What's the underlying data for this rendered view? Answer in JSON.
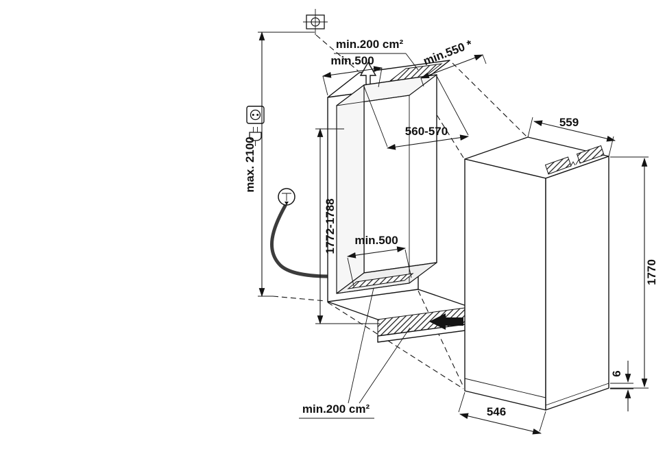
{
  "diagram": {
    "title": "Built-in appliance installation drawing",
    "labels": {
      "vent_top": "min.200 cm²",
      "clearance_top": "min.500",
      "niche_depth": "min.550 *",
      "niche_width": "560-570",
      "appliance_width": "559",
      "max_height": "max. 2100",
      "niche_height": "1772-1788",
      "clearance_floor": "min.500",
      "appliance_height": "1770",
      "base_gap": "6",
      "appliance_depth": "546",
      "vent_bottom": "min.200 cm²"
    },
    "icons": {
      "alignment": "crosshair-datum-symbol",
      "power": "socket-and-plug-symbol",
      "water": "water-tap-symbol",
      "airflow_top": "arrow-up",
      "airflow_bottom": "arrow-left"
    },
    "colors": {
      "line": "#141414",
      "background": "#ffffff"
    }
  }
}
